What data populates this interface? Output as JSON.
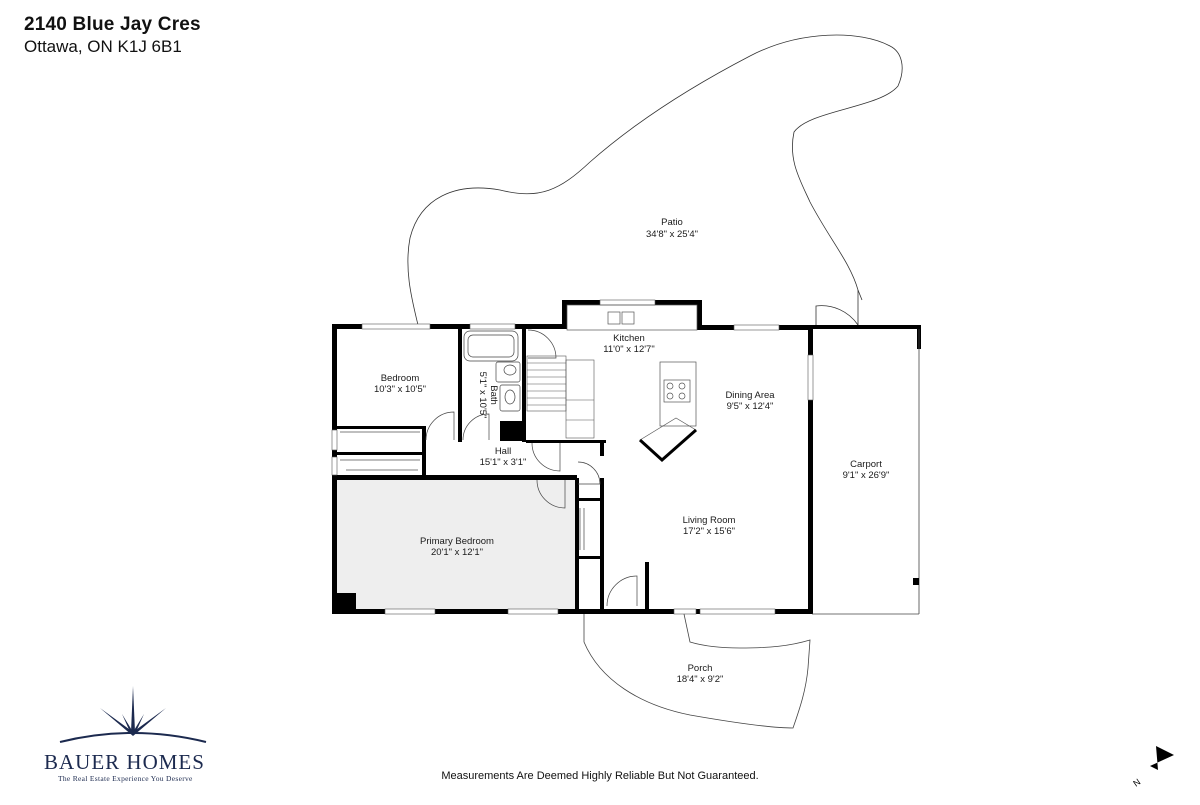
{
  "header": {
    "address_line1": "2140 Blue Jay Cres",
    "address_line2": "Ottawa, ON K1J 6B1"
  },
  "rooms": {
    "patio": {
      "name": "Patio",
      "dims": "34'8\" x 25'4\""
    },
    "kitchen": {
      "name": "Kitchen",
      "dims": "11'0\" x 12'7\""
    },
    "dining": {
      "name": "Dining Area",
      "dims": "9'5\" x 12'4\""
    },
    "bedroom": {
      "name": "Bedroom",
      "dims": "10'3\" x 10'5\""
    },
    "bath": {
      "name": "Bath",
      "dims": "5'1\" x 10'5\""
    },
    "hall": {
      "name": "Hall",
      "dims": "15'1\" x 3'1\""
    },
    "carport": {
      "name": "Carport",
      "dims": "9'1\" x 26'9\""
    },
    "living": {
      "name": "Living Room",
      "dims": "17'2\" x 15'6\""
    },
    "primary": {
      "name": "Primary Bedroom",
      "dims": "20'1\" x 12'1\""
    },
    "porch": {
      "name": "Porch",
      "dims": "18'4\" x 9'2\""
    }
  },
  "logo": {
    "name": "BAUER HOMES",
    "tagline": "The Real Estate Experience You Deserve"
  },
  "compass": {
    "label": "N"
  },
  "footer": {
    "disclaimer": "Measurements Are Deemed Highly Reliable But Not Guaranteed."
  },
  "colors": {
    "wall": "#000000",
    "primary_fill": "#eeeeee",
    "brand": "#1c2a4f"
  }
}
